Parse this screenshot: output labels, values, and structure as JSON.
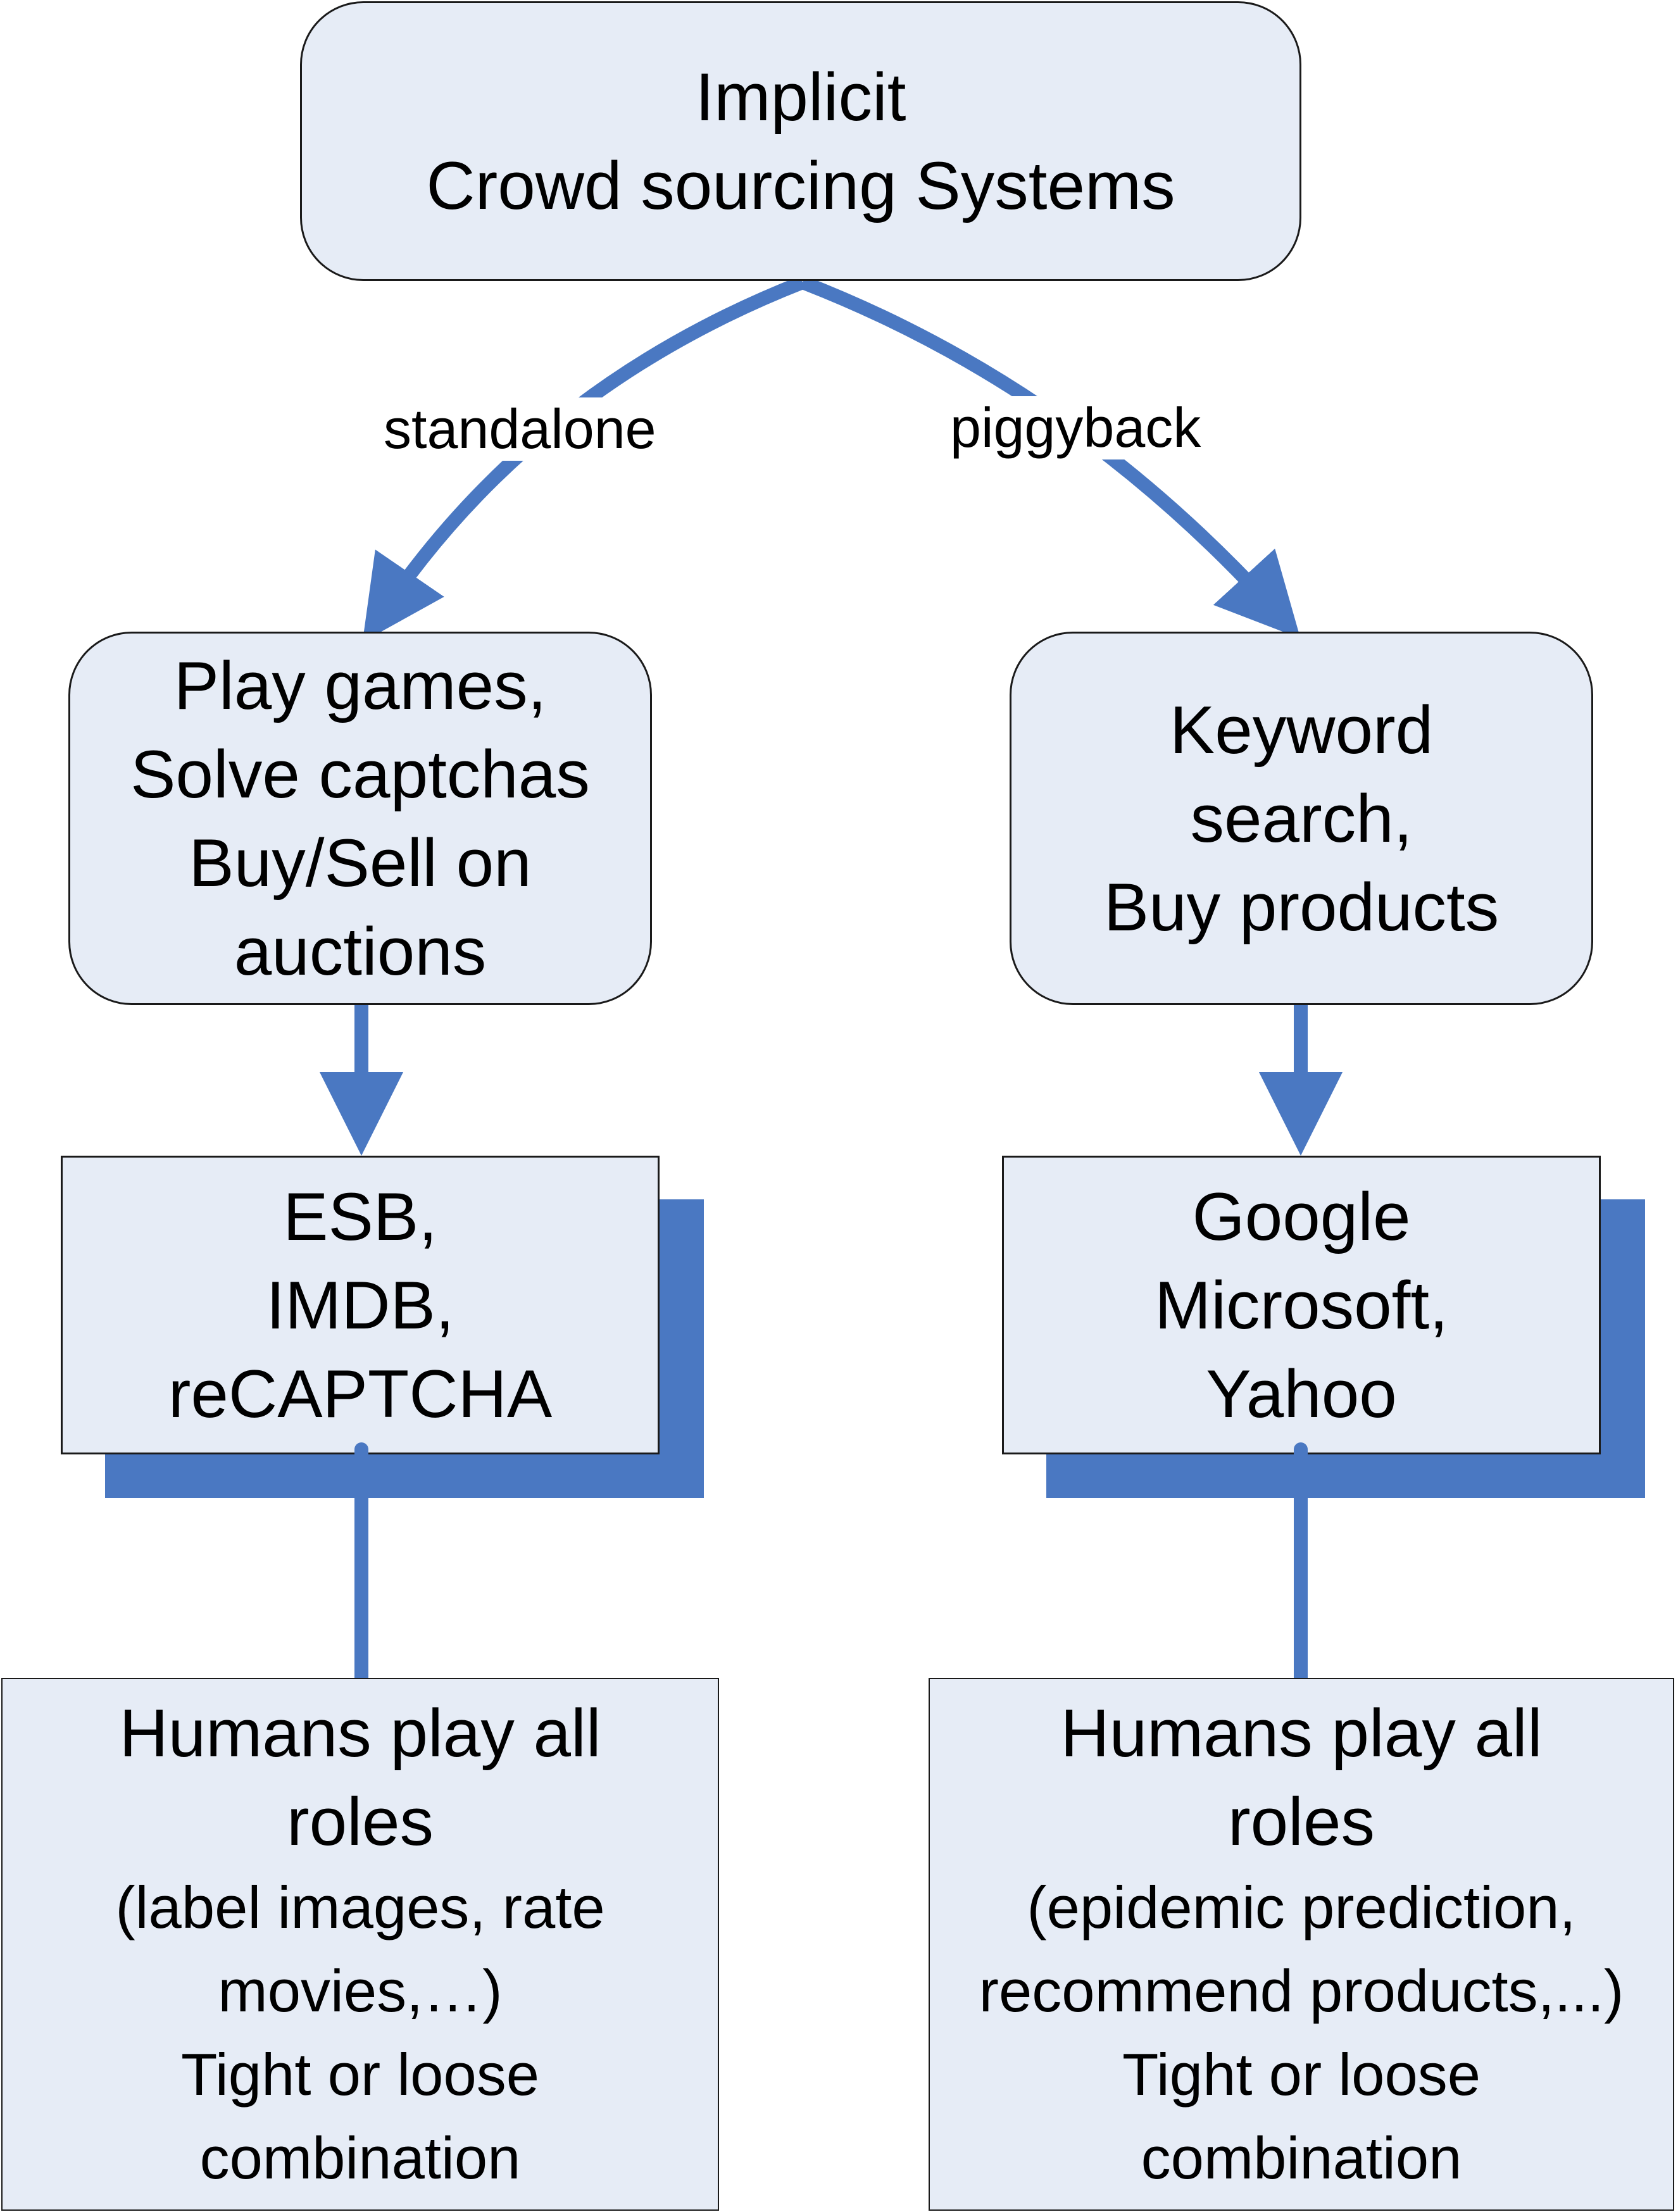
{
  "root": {
    "lines": [
      "Implicit",
      "Crowd sourcing Systems"
    ]
  },
  "edges": {
    "left_label": "standalone",
    "right_label": "piggyback"
  },
  "left": {
    "activity": [
      "Play games,",
      "Solve captchas",
      "Buy/Sell on",
      "auctions"
    ],
    "systems": [
      "ESB,",
      "IMDB,",
      "reCAPTCHA"
    ],
    "roles": {
      "title": [
        "Humans play all",
        "roles"
      ],
      "detail": [
        "(label images, rate",
        "movies,…)"
      ],
      "combo": [
        "Tight or loose",
        "combination"
      ]
    }
  },
  "right": {
    "activity": [
      "Keyword",
      "search,",
      "Buy products"
    ],
    "systems": [
      "Google",
      "Microsoft,",
      "Yahoo"
    ],
    "roles": {
      "title": [
        "Humans play all",
        "roles"
      ],
      "detail": [
        "(epidemic prediction,",
        "recommend products,...)"
      ],
      "combo": [
        "Tight or loose",
        "combination"
      ]
    }
  },
  "colors": {
    "arrow": "#4a78c2",
    "box_fill": "#e6ecf6",
    "shadow": "#4a78c2"
  }
}
